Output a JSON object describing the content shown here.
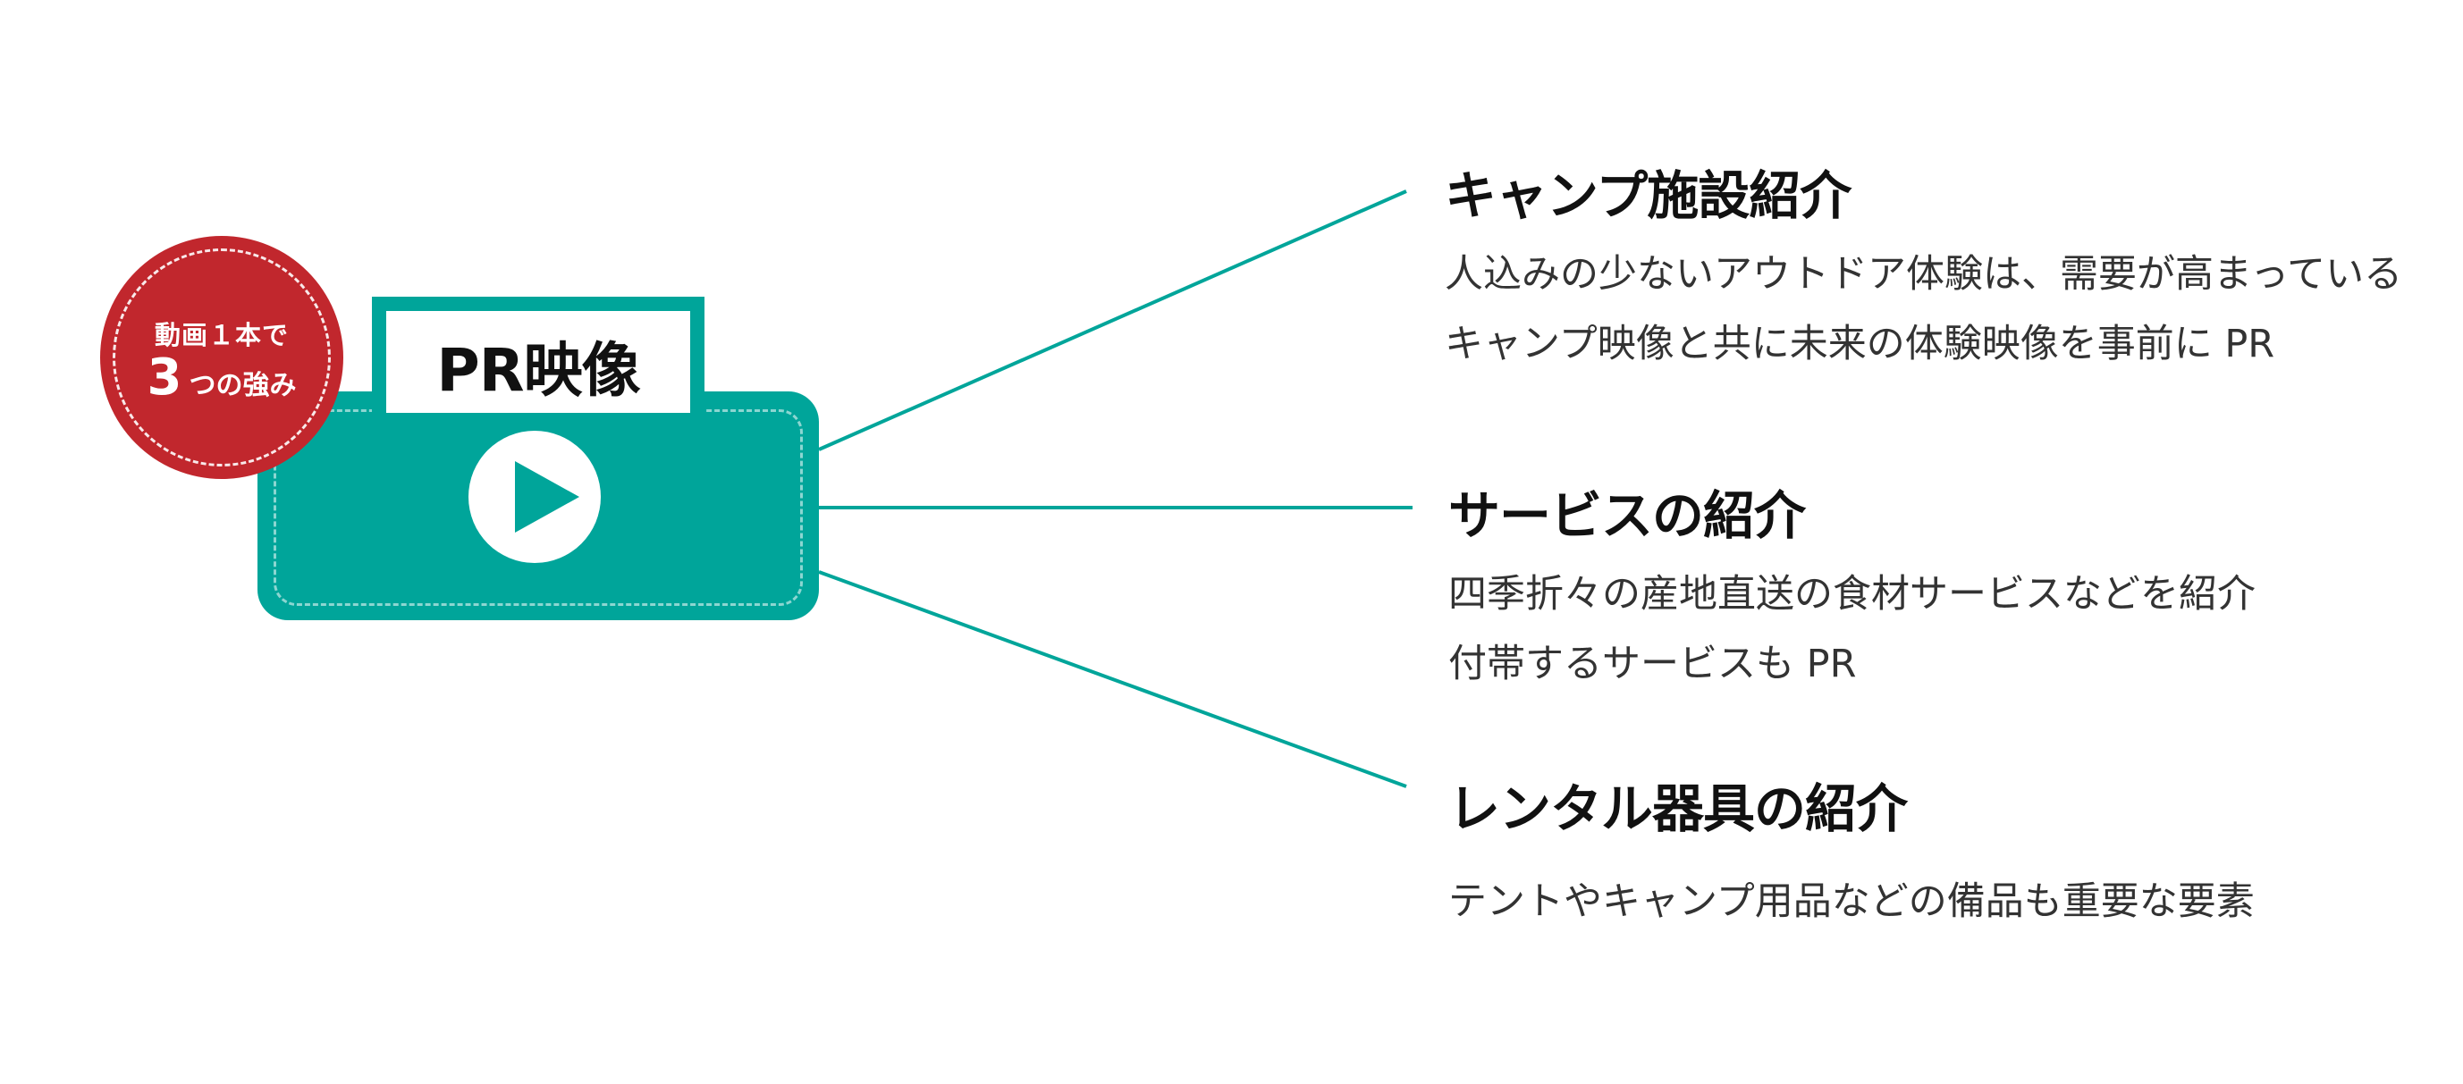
{
  "colors": {
    "accent": "#00a59a",
    "badge": "#c1272d",
    "text": "#111111",
    "subtext": "#333333",
    "background": "#ffffff"
  },
  "video": {
    "label": "PR映像",
    "icon": "play-icon"
  },
  "badge": {
    "line1": "動画１本で",
    "number": "3",
    "line2": "つの強み"
  },
  "points": [
    {
      "title": "キャンプ施設紹介",
      "desc_lines": [
        "人込みの少ないアウトドア体験は、需要が高まっている",
        "キャンプ映像と共に未来の体験映像を事前に PR"
      ]
    },
    {
      "title": "サービスの紹介",
      "desc_lines": [
        "四季折々の産地直送の食材サービスなどを紹介",
        "付帯するサービスも PR"
      ]
    },
    {
      "title": "レンタル器具の紹介",
      "desc_lines": [
        "テントやキャンプ用品などの備品も重要な要素"
      ]
    }
  ]
}
